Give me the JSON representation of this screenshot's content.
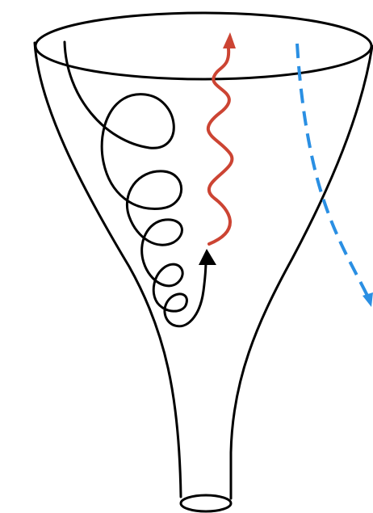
{
  "figure": {
    "description_none": "",
    "colors": {
      "funnel_outline": "#000000",
      "spiral_path": "#000000",
      "wavy_path": "#cc4433",
      "dashed_path": "#2a8fe3",
      "background": "#ffffff"
    },
    "icons": [
      "funnel-shape",
      "spiral-arrow-up",
      "wavy-arrow-up",
      "dashed-arrow-escaping"
    ]
  }
}
